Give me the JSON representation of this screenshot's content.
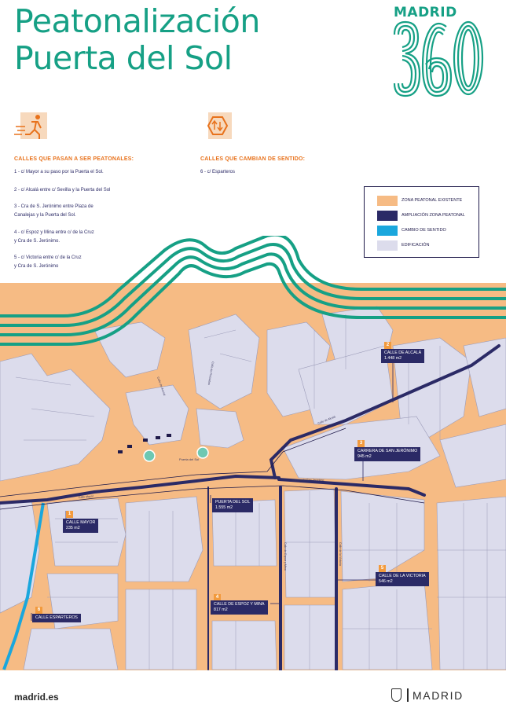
{
  "header": {
    "title_line1": "Peatonalización",
    "title_line2": "Puerta del Sol",
    "logo_word": "MADRID",
    "logo_number": "360"
  },
  "pedestrian_section": {
    "title": "CALLES QUE PASAN A SER PEATONALES:",
    "icon": "pedestrian-icon",
    "items": [
      "1 - c/ Mayor a su paso por la Puerta el Sol.",
      "2 - c/ Alcalá entre c/ Sevilla y la Puerta del Sol",
      "3 - Cra de S. Jerónimo entre Plaza de",
      "Canalejas y la Puerta del Sol.",
      "4 - c/ Espoz y Mina entre c/ de la Cruz",
      "y Cra de S. Jerónimo.",
      "5 - c/ Victoria entre c/ de la Cruz",
      "y Cra de S. Jerónimo"
    ]
  },
  "direction_section": {
    "title": "CALLES QUE CAMBIAN DE SENTIDO:",
    "icon": "direction-change-icon",
    "items": [
      "6 - c/ Esparteros"
    ]
  },
  "legend": {
    "items": [
      {
        "label": "ZONA PEATONAL EXISTENTE",
        "color": "#f6bb84"
      },
      {
        "label": "AMPLIACIÓN ZONA PEATONAL",
        "color": "#2b2a66"
      },
      {
        "label": "CAMBIO DE SENTIDO",
        "color": "#1aa7dd"
      },
      {
        "label": "EDIFICACIÓN",
        "color": "#dcdcec"
      }
    ]
  },
  "map": {
    "callouts": [
      {
        "num": "1",
        "name": "CALLE MAYOR",
        "area": "235 m2"
      },
      {
        "num": "2",
        "name": "CALLE DE ALCALÁ",
        "area": "1.448 m2"
      },
      {
        "num": "3",
        "name": "CARRERA DE SAN JERÓNIMO",
        "area": "945 m2"
      },
      {
        "name": "PUERTA DEL SOL",
        "area": "1.555 m2"
      },
      {
        "num": "4",
        "name": "CALLE DE ESPOZ Y MINA",
        "area": "817 m2"
      },
      {
        "num": "5",
        "name": "CALLE DE LA VICTORIA",
        "area": "546 m2"
      },
      {
        "num": "6",
        "name": "CALLE ESPARTEROS"
      }
    ],
    "street_labels": {
      "puerta_del_sol": "Puerta del Sol",
      "alcala": "Calle de Alcalá",
      "san_jeronimo": "Carrera de San Jerónimo",
      "mayor": "Calle Mayor",
      "espoz": "Calle de Espoz y Mina",
      "victoria": "Calle de la Victoria",
      "arenal": "Calle del Arenal",
      "preciados": "Calle de Preciados"
    }
  },
  "footer": {
    "url": "madrid.es",
    "logo_word": "MADRID"
  },
  "colors": {
    "green": "#16a085",
    "orange": "#e8721c",
    "navy": "#2b2a66",
    "pedestrian": "#f6bb84",
    "building": "#dcdcec",
    "cyan": "#1aa7dd"
  }
}
